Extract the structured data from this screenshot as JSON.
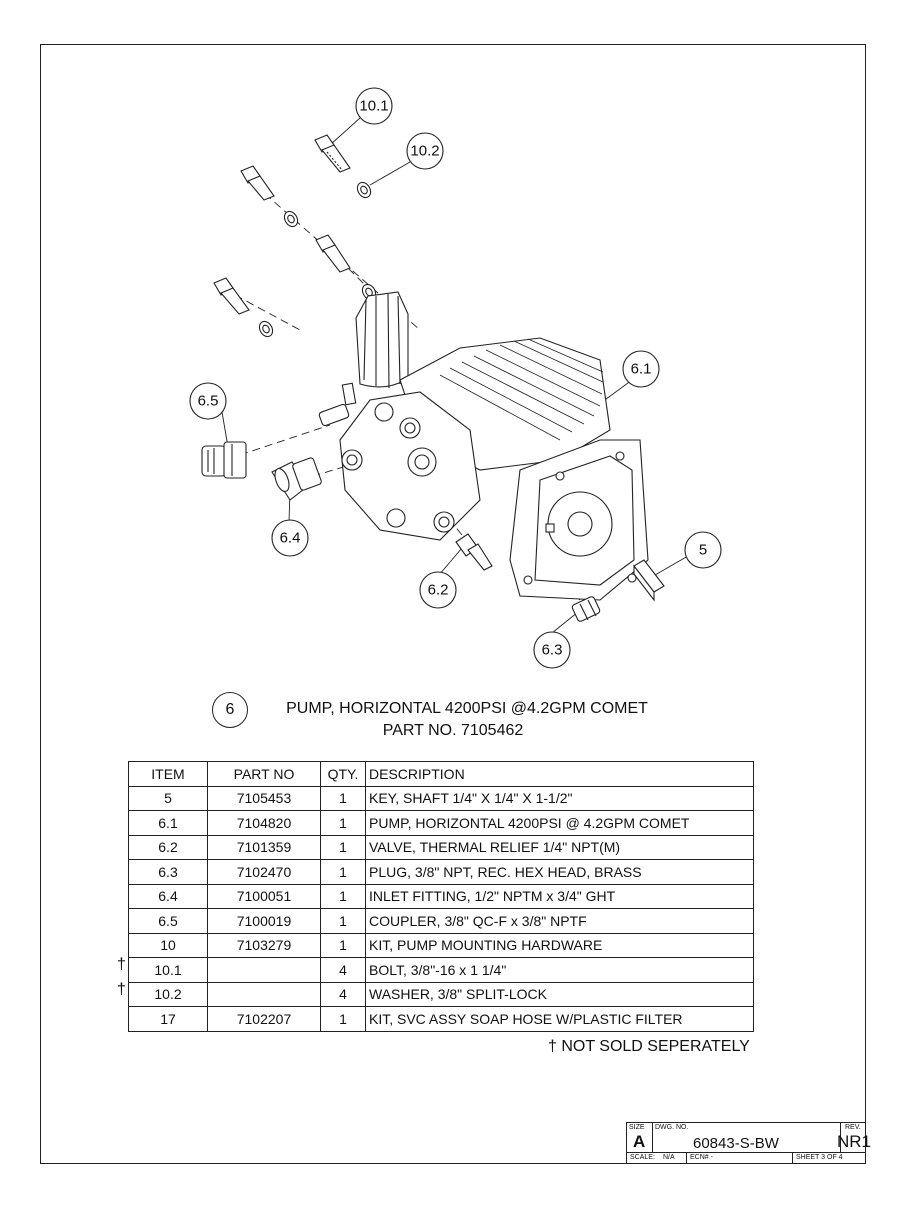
{
  "callouts": {
    "c10_1": "10.1",
    "c10_2": "10.2",
    "c6_1": "6.1",
    "c6_5": "6.5",
    "c6_4": "6.4",
    "c6_2": "6.2",
    "c5": "5",
    "c6_3": "6.3"
  },
  "assembly": {
    "item": "6",
    "title": "PUMP, HORIZONTAL 4200PSI @4.2GPM COMET",
    "part_no": "PART NO. 7105462"
  },
  "bom": {
    "headers": {
      "item": "ITEM",
      "part_no": "PART NO",
      "qty": "QTY.",
      "description": "DESCRIPTION"
    },
    "rows": [
      {
        "item": "5",
        "part_no": "7105453",
        "qty": "1",
        "description": "KEY, SHAFT 1/4\" X 1/4\" X 1-1/2\""
      },
      {
        "item": "6.1",
        "part_no": "7104820",
        "qty": "1",
        "description": "PUMP, HORIZONTAL 4200PSI @ 4.2GPM COMET"
      },
      {
        "item": "6.2",
        "part_no": "7101359",
        "qty": "1",
        "description": "VALVE, THERMAL RELIEF 1/4\" NPT(M)"
      },
      {
        "item": "6.3",
        "part_no": "7102470",
        "qty": "1",
        "description": "PLUG, 3/8\" NPT, REC. HEX HEAD, BRASS"
      },
      {
        "item": "6.4",
        "part_no": "7100051",
        "qty": "1",
        "description": "INLET FITTING, 1/2\" NPTM x 3/4\" GHT"
      },
      {
        "item": "6.5",
        "part_no": "7100019",
        "qty": "1",
        "description": "COUPLER, 3/8\" QC-F x 3/8\" NPTF"
      },
      {
        "item": "10",
        "part_no": "7103279",
        "qty": "1",
        "description": "KIT, PUMP MOUNTING HARDWARE"
      },
      {
        "item": "10.1",
        "part_no": "",
        "qty": "4",
        "description": "BOLT, 3/8\"-16 x 1 1/4\""
      },
      {
        "item": "10.2",
        "part_no": "",
        "qty": "4",
        "description": "WASHER, 3/8\" SPLIT-LOCK"
      },
      {
        "item": "17",
        "part_no": "7102207",
        "qty": "1",
        "description": "KIT, SVC ASSY SOAP HOSE W/PLASTIC FILTER"
      }
    ]
  },
  "dagger_symbol": "†",
  "note": "† NOT SOLD SEPERATELY",
  "title_block": {
    "size_label": "SIZE",
    "size": "A",
    "dwg_label": "DWG. NO.",
    "dwg_no": "60843-S-BW",
    "rev_label": "REV.",
    "rev": "NR1",
    "scale_label": "SCALE:",
    "scale": "N/A",
    "ecn_label": "ECN# -",
    "sheet": "SHEET 3 OF 4"
  }
}
